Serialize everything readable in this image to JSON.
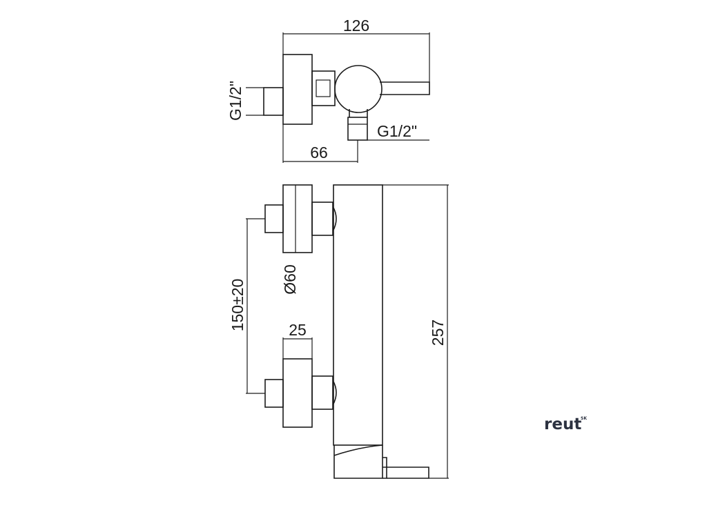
{
  "diagram": {
    "top_view": {
      "width_dimension": "126",
      "inlet_depth_dimension": "66",
      "inlet_thread_left": "G1/2\"",
      "outlet_thread": "G1/2\""
    },
    "front_view": {
      "centers_dimension": "150±20",
      "flange_diameter": "Ø60",
      "flange_depth_dimension": "25",
      "height_dimension": "257"
    }
  },
  "brand": {
    "logo_text": "reut",
    "logo_suffix": "SK",
    "color": "#2b3140"
  },
  "colors": {
    "line": "#1a1a1a",
    "background": "#ffffff"
  }
}
